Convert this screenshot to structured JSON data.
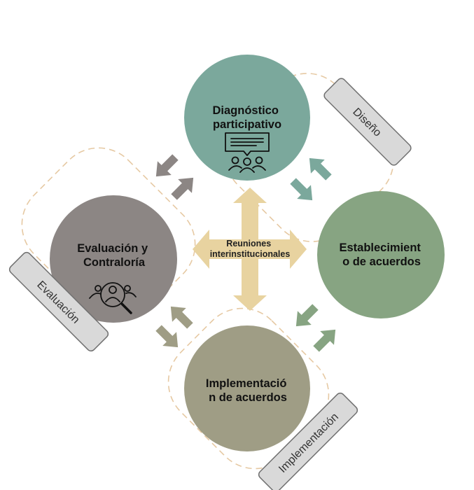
{
  "colors": {
    "diagnostico": "#7ba89c",
    "establecimiento": "#87a482",
    "implementacion": "#9f9d85",
    "evaluacion": "#8c8684",
    "center_arrow": "#e8d3a0",
    "dashed_border": "#e6c9a3",
    "tag_fill": "#d9d9d9",
    "tag_stroke": "#707070"
  },
  "stages": {
    "diagnostico": {
      "line1": "Diagnóstico",
      "line2": "participativo",
      "icon": "feedback-group-icon"
    },
    "establecimiento": {
      "line1": "Establecimient",
      "line2": "o de acuerdos"
    },
    "implementacion": {
      "line1": "Implementació",
      "line2": "n de acuerdos"
    },
    "evaluacion": {
      "line1": "Evaluación y",
      "line2": "Contraloría",
      "icon": "people-search-icon"
    }
  },
  "center": {
    "line1": "Reuniones",
    "line2": "interinstitucionales"
  },
  "phases": {
    "diseno": "Diseño",
    "implementacion": "Implementación",
    "evaluacion": "Evaluación"
  }
}
